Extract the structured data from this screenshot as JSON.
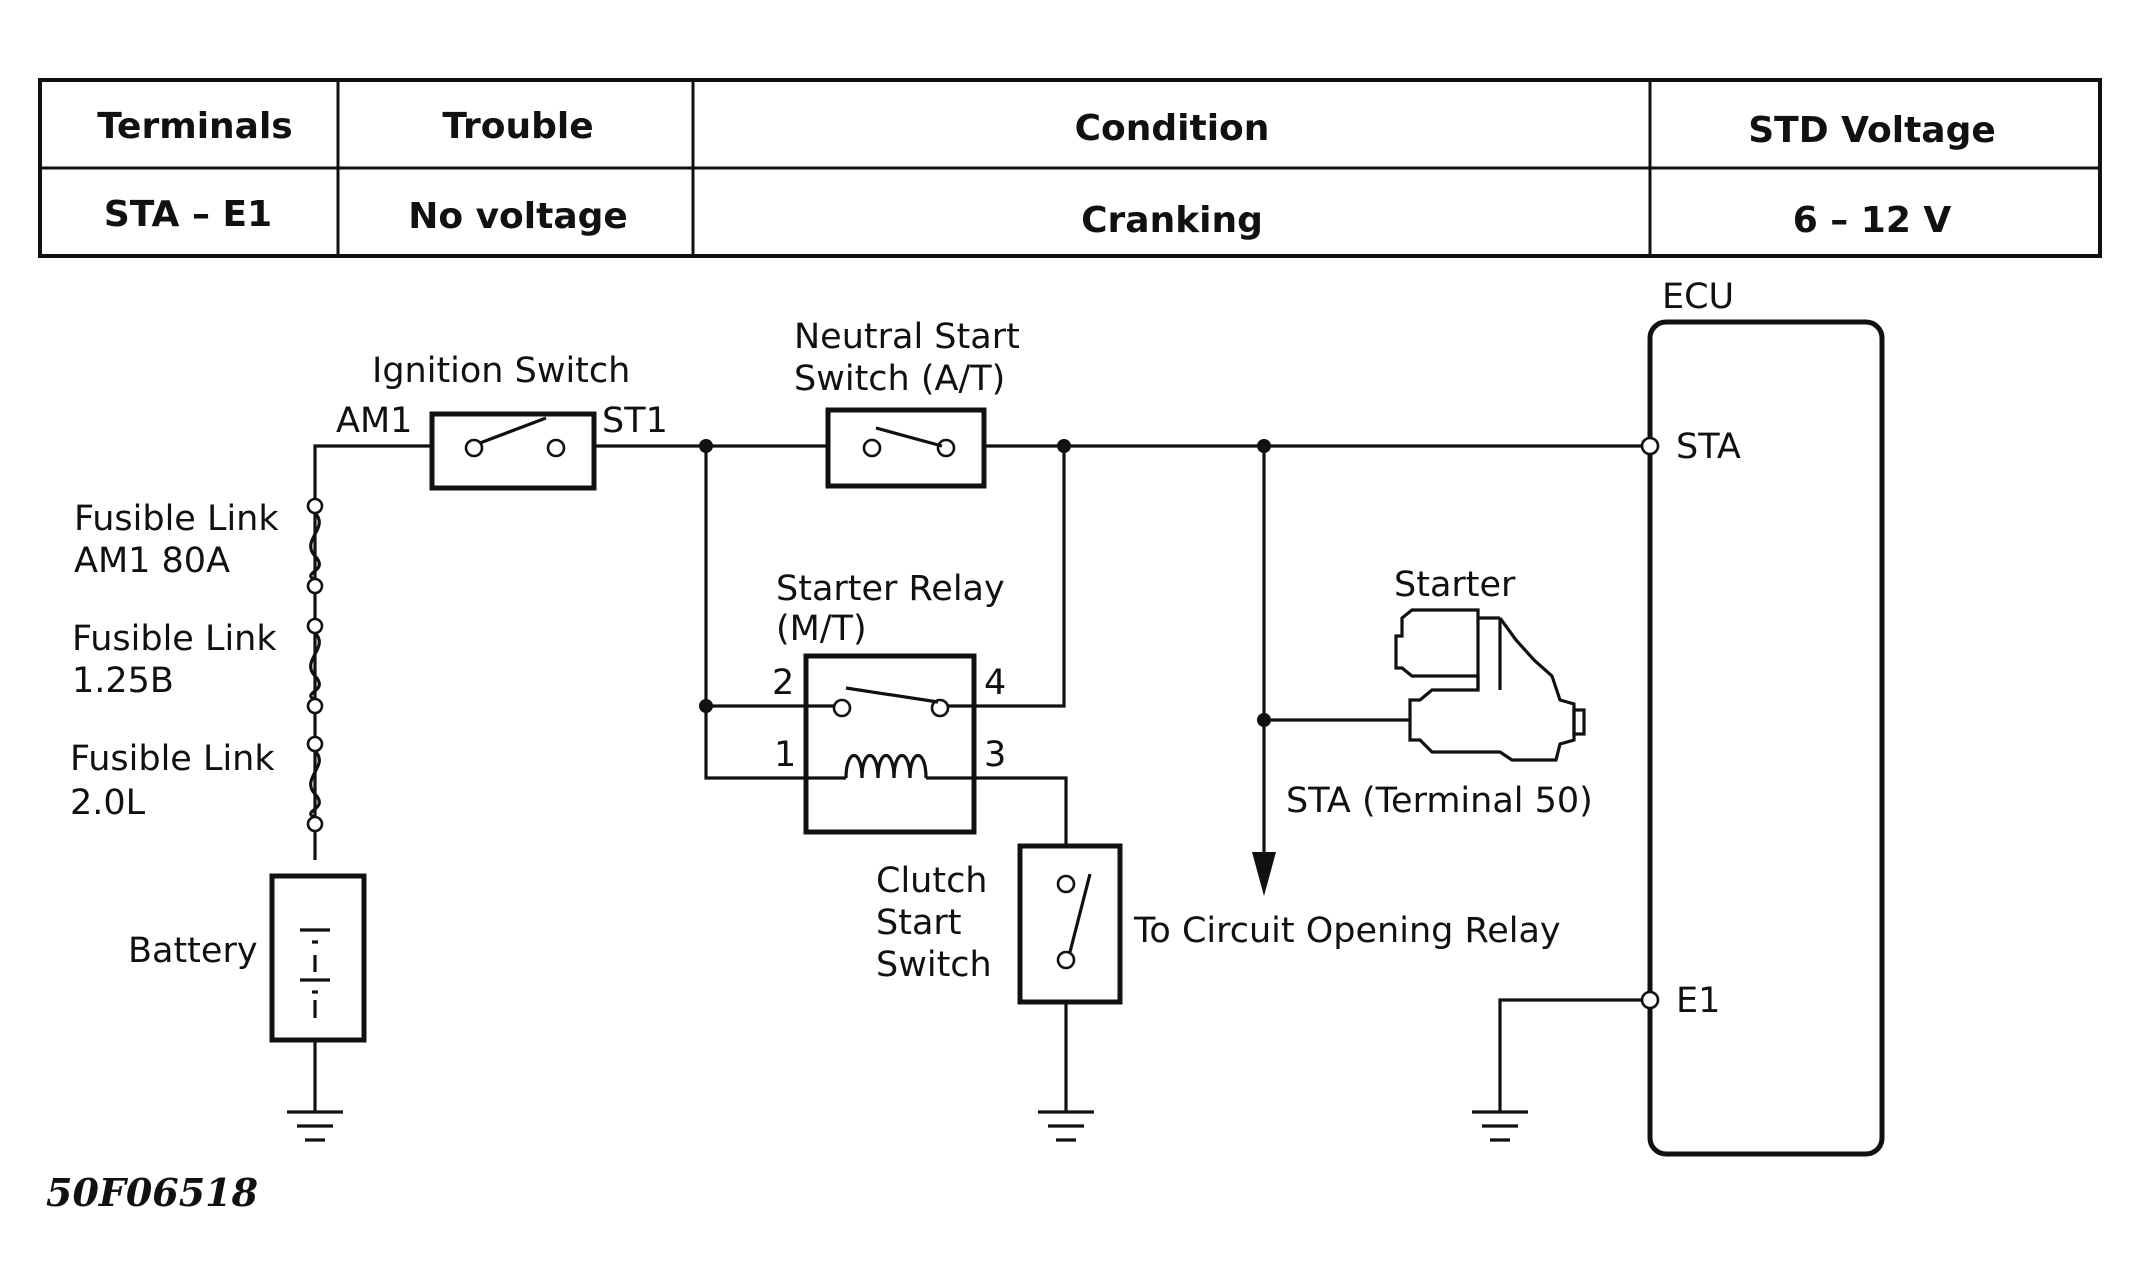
{
  "table": {
    "headers": [
      "Terminals",
      "Trouble",
      "Condition",
      "STD Voltage"
    ],
    "row": [
      "STA – E1",
      "No voltage",
      "Cranking",
      "6 – 12 V"
    ]
  },
  "diagram": {
    "ecu": "ECU",
    "ecu_sta": "STA",
    "ecu_e1": "E1",
    "ignition_switch": "Ignition Switch",
    "am1": "AM1",
    "st1": "ST1",
    "neutral_start_line1": "Neutral Start",
    "neutral_start_line2": "Switch (A/T)",
    "fusible_link_1_line1": "Fusible Link",
    "fusible_link_1_line2": "AM1 80A",
    "fusible_link_2_line1": "Fusible Link",
    "fusible_link_2_line2": "1.25B",
    "fusible_link_3_line1": "Fusible Link",
    "fusible_link_3_line2": "2.0L",
    "battery": "Battery",
    "starter_relay_line1": "Starter Relay",
    "starter_relay_line2": "(M/T)",
    "relay_pin_1": "1",
    "relay_pin_2": "2",
    "relay_pin_3": "3",
    "relay_pin_4": "4",
    "clutch_line1": "Clutch",
    "clutch_line2": "Start",
    "clutch_line3": "Switch",
    "starter": "Starter",
    "sta_terminal": "STA (Terminal 50)",
    "to_circuit": "To Circuit Opening Relay"
  },
  "figure_id": "50F06518"
}
